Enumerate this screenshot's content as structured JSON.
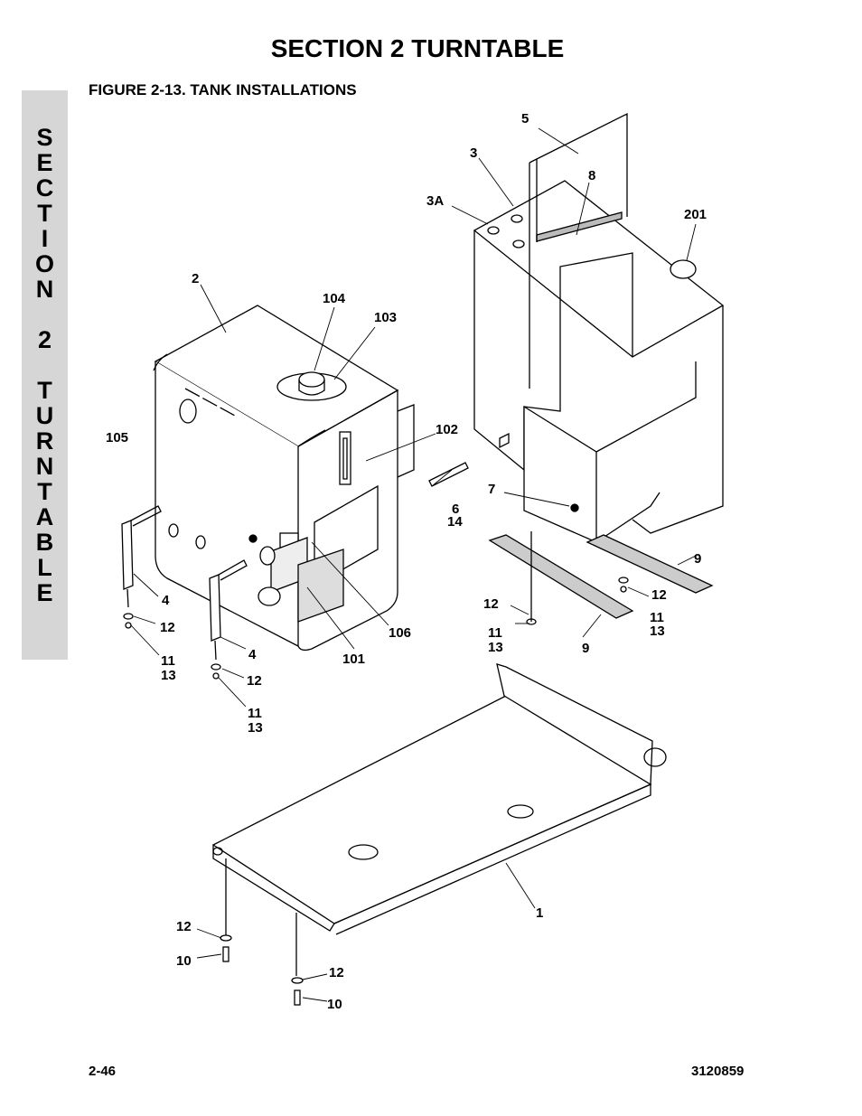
{
  "header": {
    "title": "SECTION 2   TURNTABLE"
  },
  "figure": {
    "title": "FIGURE 2-13.  TANK INSTALLATIONS"
  },
  "side_tab": {
    "letters": [
      "S",
      "E",
      "C",
      "T",
      "I",
      "O",
      "N",
      "",
      "2",
      "",
      "T",
      "U",
      "R",
      "N",
      "T",
      "A",
      "B",
      "L",
      "E"
    ]
  },
  "callouts": [
    {
      "id": "c5",
      "text": "5"
    },
    {
      "id": "c3",
      "text": "3"
    },
    {
      "id": "c8",
      "text": "8"
    },
    {
      "id": "c3A",
      "text": "3A"
    },
    {
      "id": "c201",
      "text": "201"
    },
    {
      "id": "c2",
      "text": "2"
    },
    {
      "id": "c104",
      "text": "104"
    },
    {
      "id": "c103",
      "text": "103"
    },
    {
      "id": "c102",
      "text": "102"
    },
    {
      "id": "c105",
      "text": "105"
    },
    {
      "id": "c6",
      "text": "6"
    },
    {
      "id": "c14",
      "text": "14"
    },
    {
      "id": "c7",
      "text": "7"
    },
    {
      "id": "c9a",
      "text": "9"
    },
    {
      "id": "c12a",
      "text": "12"
    },
    {
      "id": "c11a",
      "text": "11"
    },
    {
      "id": "c13a",
      "text": "13"
    },
    {
      "id": "c12b",
      "text": "12"
    },
    {
      "id": "c11b",
      "text": "11"
    },
    {
      "id": "c13b",
      "text": "13"
    },
    {
      "id": "c9b",
      "text": "9"
    },
    {
      "id": "c4a",
      "text": "4"
    },
    {
      "id": "c12c",
      "text": "12"
    },
    {
      "id": "c106",
      "text": "106"
    },
    {
      "id": "c11c",
      "text": "11"
    },
    {
      "id": "c13c",
      "text": "13"
    },
    {
      "id": "c101",
      "text": "101"
    },
    {
      "id": "c4b",
      "text": "4"
    },
    {
      "id": "c12d",
      "text": "12"
    },
    {
      "id": "c11d",
      "text": "11"
    },
    {
      "id": "c13d",
      "text": "13"
    },
    {
      "id": "c1",
      "text": "1"
    },
    {
      "id": "c12e",
      "text": "12"
    },
    {
      "id": "c10a",
      "text": "10"
    },
    {
      "id": "c12f",
      "text": "12"
    },
    {
      "id": "c10b",
      "text": "10"
    }
  ],
  "footer": {
    "page": "2-46",
    "doc_number": "3120859"
  }
}
